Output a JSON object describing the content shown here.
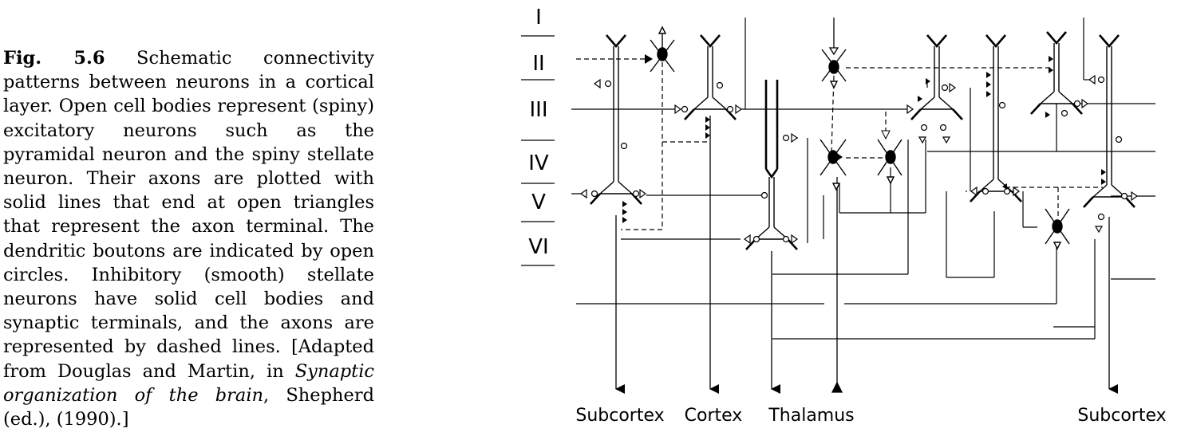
{
  "caption": {
    "figure_label": "Fig. 5.6",
    "text_1": " Schematic connectivity patterns between neurons in a cortical layer.  Open cell bodies represent (spiny) excitatory neurons such as the pyramidal neuron and the spiny stellate neuron. Their axons are plotted with solid lines that end at open triangles that represent the axon terminal. The dendritic boutons are indicated by open circles. Inhibitory (smooth) stellate neurons have solid cell bodies and synaptic terminals, and the axons are represented by dashed lines. [Adapted from Douglas and Martin, in ",
    "title_italic": "Synaptic organization of the brain",
    "text_2": ", Shepherd (ed.), (1990).]"
  },
  "diagram": {
    "layers": [
      "I",
      "II",
      "III",
      "IV",
      "V",
      "VI"
    ],
    "targets": {
      "subcortex_left": "Subcortex",
      "cortex": "Cortex",
      "thalamus": "Thalamus",
      "subcortex_right": "Subcortex"
    }
  }
}
